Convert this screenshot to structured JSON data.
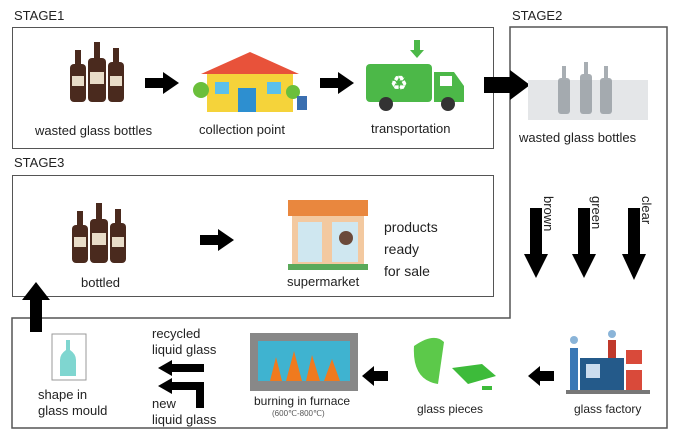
{
  "stages": {
    "stage1": "STAGE1",
    "stage2": "STAGE2",
    "stage3": "STAGE3"
  },
  "stage1": {
    "bottles": "wasted glass bottles",
    "collection": "collection point",
    "transport": "transportation"
  },
  "stage2": {
    "bottles": "wasted glass bottles",
    "sort": [
      "brown",
      "green",
      "clear"
    ]
  },
  "stage3": {
    "bottled": "bottled",
    "supermarket": "supermarket",
    "products": [
      "products",
      "ready",
      "for sale"
    ]
  },
  "bottom": {
    "factory": "glass factory",
    "pieces": "glass pieces",
    "furnace": "burning in furnace",
    "temp": "(600℃-800℃)",
    "recycled": [
      "recycled",
      "liquid glass"
    ],
    "new": [
      "new",
      "liquid glass"
    ],
    "mould": [
      "shape in",
      "glass mould"
    ]
  }
}
